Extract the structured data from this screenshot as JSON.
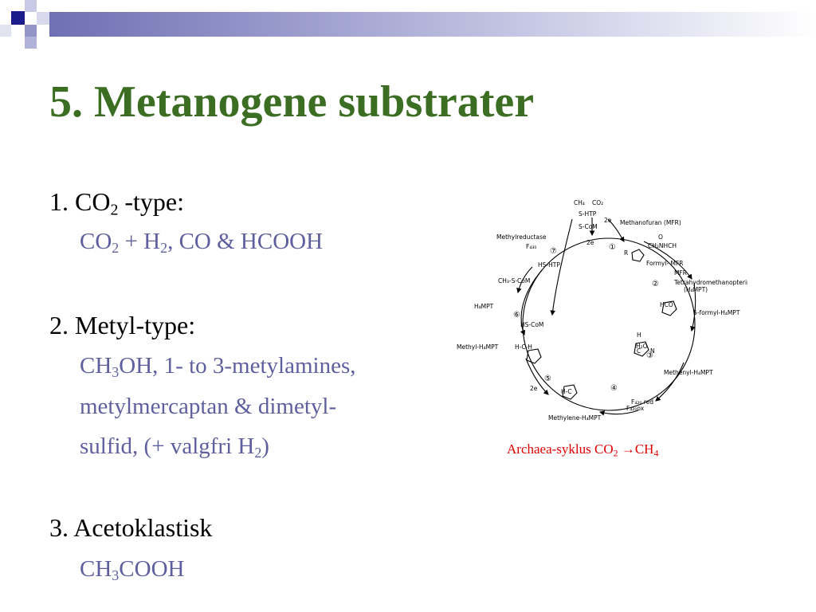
{
  "slide": {
    "title": "5. Metanogene substrater",
    "sections": [
      {
        "head_num": "1.",
        "head_main": "CO",
        "head_sub": "2",
        "head_rest": " -type:",
        "line1": {
          "a": "CO",
          "a_sub": "2",
          "b": " + H",
          "b_sub": "2",
          "c": ", CO & HCOOH"
        }
      },
      {
        "head": "2. Metyl-type:",
        "line1": {
          "a": "CH",
          "a_sub": "3",
          "b": "OH, 1- to 3-metylamines,"
        },
        "line2": "metylmercaptan & dimetyl-",
        "line3": {
          "a": "sulfid, (+ valgfri H",
          "a_sub": "2",
          "b": ")"
        }
      },
      {
        "head": "3. Acetoklastisk",
        "line1": {
          "a": "CH",
          "a_sub": "3",
          "b": "COOH"
        }
      }
    ],
    "caption": {
      "a": "Archaea-syklus CO",
      "a_sub": "2",
      "b": " →CH",
      "b_sub": "4"
    }
  },
  "diagram": {
    "top": {
      "ch4": "CH₄",
      "co2": "CO₂",
      "shtp": "S-HTP",
      "scom": "S-CoM",
      "e2a": "2e",
      "e2b": "2e"
    },
    "labels": {
      "mfr": "Methanofuran (MFR)",
      "methylreductase": "Methylreductase",
      "f430": "F₄₃₀",
      "hshtp": "HS-HTP",
      "ch3scom": "CH₃-S-CoM",
      "h4mpt_left": "H₄MPT",
      "hscom": "HS-CoM",
      "methyl_h4mpt": "Methyl-H₄MPT",
      "e2_bottom": "2e",
      "methylene_h4mpt": "Methylene-H₄MPT",
      "f420ox": "F₄₂₀ox",
      "f420red": "F₄₂₀ red",
      "methenyl_h4mpt": "Methenyl-H₄MPT",
      "h2o": "H₂O",
      "formyl_h4mpt": "5-formyl-H₄MPT",
      "thmp": "Tetrahydromethanopterin",
      "thmp2": "(H₄MPT)",
      "formyl_mfr": "Formyl- MFR",
      "mfr2": "MFR",
      "cho_nh": "CH₂NHCH",
      "r": "R",
      "o": "O",
      "hco": "HCO",
      "h": "H",
      "c": "C",
      "n": "N",
      "hc": "H-C",
      "hcn": "H-C-H"
    },
    "steps": [
      "①",
      "②",
      "③",
      "④",
      "⑤",
      "⑥",
      "⑦"
    ]
  },
  "colors": {
    "title": "#3b6e23",
    "sub": "#5e5f9e",
    "caption": "#e00000",
    "header_bar": "#6f6fb4"
  }
}
